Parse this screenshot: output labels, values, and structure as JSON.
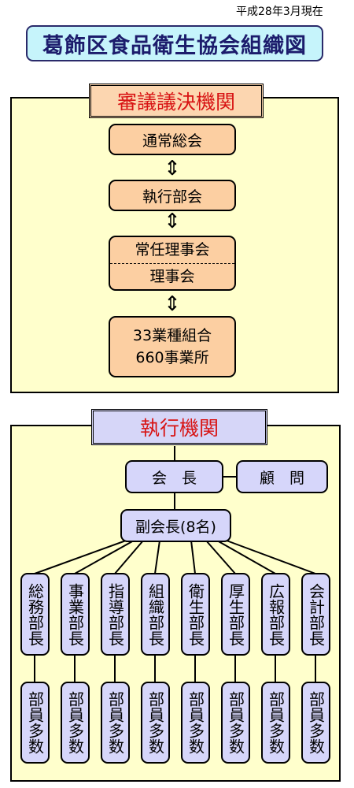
{
  "date": "平成28年3月現在",
  "title": "葛飾区食品衛生協会組織図",
  "deliberative": {
    "heading": "審議議決機関",
    "general_meeting": "通常総会",
    "executive_meeting": "執行部会",
    "standing_board": "常任理事会",
    "board": "理事会",
    "unions_line1": "33業種組合",
    "unions_line2": "660事業所",
    "arrow": "⇕"
  },
  "executive": {
    "heading": "執行機関",
    "president": "会　長",
    "advisor": "顧　問",
    "vice_president": "副会長(8名)",
    "departments": [
      "総務部長",
      "事業部長",
      "指導部長",
      "組織部長",
      "衛生部長",
      "厚生部長",
      "広報部長",
      "会計部長"
    ],
    "members": [
      "部員多数",
      "部員多数",
      "部員多数",
      "部員多数",
      "部員多数",
      "部員多数",
      "部員多数",
      "部員多数"
    ]
  }
}
